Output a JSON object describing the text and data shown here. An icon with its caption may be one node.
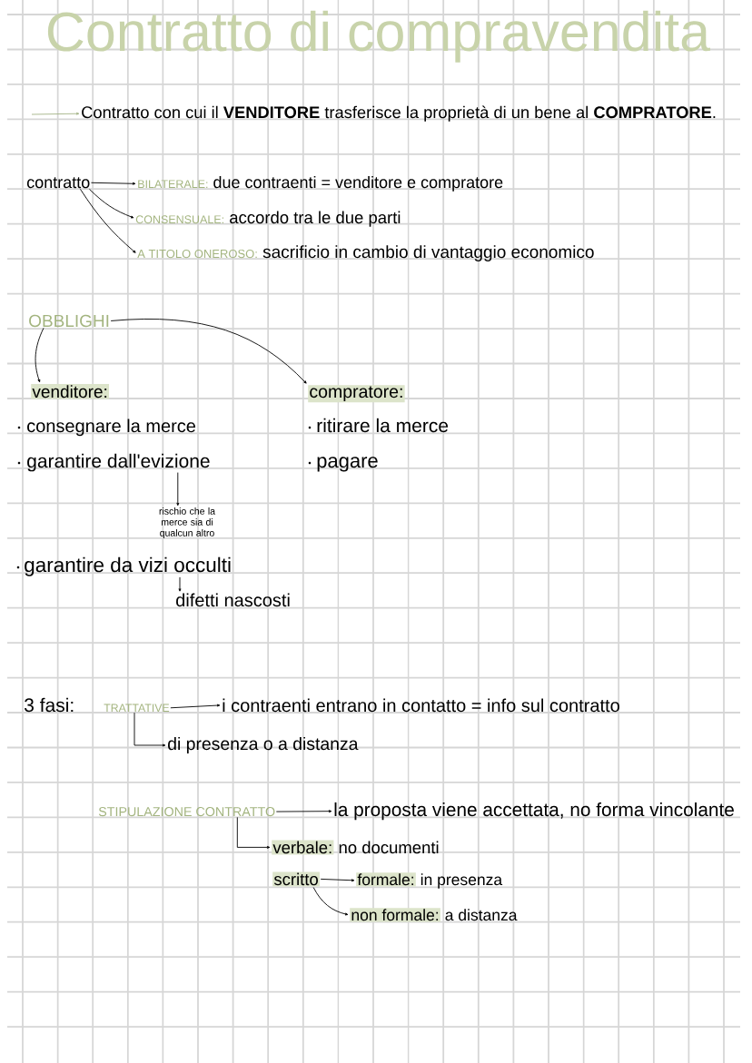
{
  "diagram": {
    "title": "Contratto di compravendita",
    "nodes": [
      {
        "text": [
          "Contratto con cui il **VENDITORE** trasferisce la proprietà di un bene al **COMPRATORE**."
        ]
      },
      {
        "text": [
          "contratto"
        ]
      },
      {
        "text": [
          "BILATERALE:",
          "due contraenti = venditore e compratore"
        ]
      },
      {
        "text": [
          "CONSENSUALE:",
          "accordo tra le due parti"
        ]
      },
      {
        "text": [
          "A TITOLO ONEROSO:",
          "sacrificio in cambio di vantaggio economico"
        ]
      },
      {
        "text": [
          "OBBLIGHI"
        ]
      },
      {
        "text": [
          "venditore:"
        ]
      },
      {
        "text": [
          "compratore:"
        ]
      },
      {
        "text": [
          "garantire dall'evizione"
        ]
      },
      {
        "text": [
          "rischio che la merce sia di qualcun altro"
        ]
      },
      {
        "text": [
          "garantire da vizi occulti"
        ]
      },
      {
        "text": [
          "difetti nascosti"
        ]
      },
      {
        "text": [
          "TRATTATIVE"
        ]
      },
      {
        "text": [
          "i contraenti entrano in contatto = info sul contratto"
        ]
      },
      {
        "text": [
          "di presenza o a distanza"
        ]
      },
      {
        "text": [
          "STIPULAZIONE CONTRATTO"
        ]
      },
      {
        "text": [
          "la proposta viene accettata, no forma vincolante"
        ]
      },
      {
        "text": [
          "verbale:",
          "no documenti"
        ]
      },
      {
        "text": [
          "scritto"
        ]
      },
      {
        "text": [
          "formale:",
          "in presenza"
        ]
      },
      {
        "text": [
          "non formale:",
          "a distanza"
        ]
      }
    ],
    "edges": [
      {
        "from": null,
        "to": 0,
        "arrow": "to",
        "color": "#a4b386"
      },
      {
        "from": 1,
        "to": 2,
        "arrow": "to"
      },
      {
        "from": 1,
        "to": 3,
        "arrow": "to"
      },
      {
        "from": 1,
        "to": 4,
        "arrow": "to"
      },
      {
        "from": 5,
        "to": 6,
        "arrow": "to"
      },
      {
        "from": 5,
        "to": 7,
        "arrow": "to"
      },
      {
        "from": 8,
        "to": 9,
        "arrow": "to"
      },
      {
        "from": 10,
        "to": 11,
        "arrow": "to"
      },
      {
        "from": 12,
        "to": 13,
        "arrow": "to"
      },
      {
        "from": 12,
        "to": 14,
        "arrow": "to"
      },
      {
        "from": 15,
        "to": 16,
        "arrow": "to"
      },
      {
        "from": 15,
        "to": 17,
        "arrow": "to"
      },
      {
        "from": 18,
        "to": 19,
        "arrow": "to"
      },
      {
        "from": 18,
        "to": 20,
        "arrow": "to"
      }
    ],
    "labels": [
      "consegnare la merce",
      "ritirare la merce",
      "pagare",
      "3 fasi:"
    ]
  }
}
